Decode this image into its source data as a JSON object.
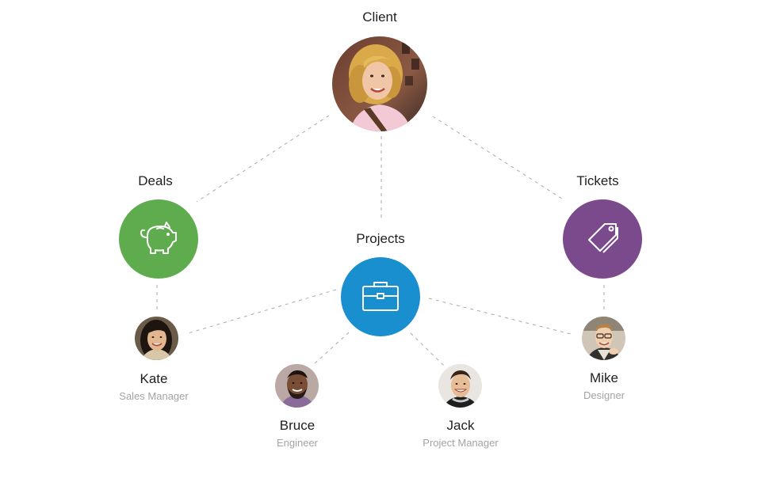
{
  "colors": {
    "deals": "#5fac4f",
    "tickets": "#7b4a8c",
    "projects": "#1a8fcf",
    "edge": "#a9a9a9",
    "sublabel": "#a3a3a3"
  },
  "client": {
    "label": "Client",
    "avatar": "client-photo"
  },
  "hubs": {
    "deals": {
      "label": "Deals",
      "icon": "piggy-bank-icon"
    },
    "projects": {
      "label": "Projects",
      "icon": "briefcase-icon"
    },
    "tickets": {
      "label": "Tickets",
      "icon": "tag-icon"
    }
  },
  "people": {
    "kate": {
      "name": "Kate",
      "role": "Sales Manager"
    },
    "bruce": {
      "name": "Bruce",
      "role": "Engineer"
    },
    "jack": {
      "name": "Jack",
      "role": "Project Manager"
    },
    "mike": {
      "name": "Mike",
      "role": "Designer"
    }
  }
}
